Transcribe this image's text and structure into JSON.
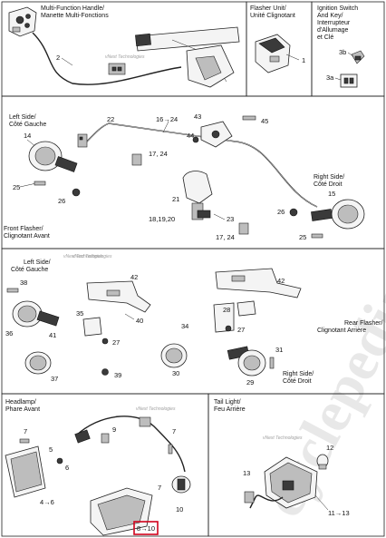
{
  "watermarks": {
    "vnext": "vNext Technologies",
    "big": "cyclepedia"
  },
  "sections": {
    "multi_function": "Multi-Function Handle/",
    "multi_function2": "Manette Multi-Fonctions",
    "flasher_unit": "Flasher Unit/",
    "flasher_unit2": "Unité Clignotant",
    "ignition": "Ignition Switch",
    "ignition2": "And Key/",
    "ignition3": "Interrupteur",
    "ignition4": "d'Allumage",
    "ignition5": "et Clé",
    "left_side": "Left Side/",
    "left_side2": "Côté Gauche",
    "right_side": "Right Side/",
    "right_side2": "Côté Droit",
    "front_flasher": "Front Flasher/",
    "front_flasher2": "Clignotant Avant",
    "rear_left": "Left Side/",
    "rear_left2": "Côté Gauche",
    "rear_flasher": "Rear Flasher/",
    "rear_flasher2": "Clignotant Arrière",
    "rear_right": "Right Side/",
    "rear_right2": "Côté Droit",
    "headlamp": "Headlamp/",
    "headlamp2": "Phare Avant",
    "tail_light": "Tail Light/",
    "tail_light2": "Feu Arrière"
  },
  "parts": {
    "p1": "1",
    "p2": "2",
    "p3a": "3a",
    "p3b": "3b",
    "p4_6": "4→6",
    "p5": "5",
    "p6": "6",
    "p7a": "7",
    "p7b": "7",
    "p7c": "7",
    "p8_10": "8→10",
    "p9": "9",
    "p10": "10",
    "p11_13": "11→13",
    "p12": "12",
    "p13": "13",
    "p14": "14",
    "p15": "15",
    "p16_24": "16→24",
    "p17_24a": "17, 24",
    "p17_24b": "17, 24",
    "p18_20": "18,19,20",
    "p21": "21",
    "p22": "22",
    "p23": "23",
    "p25a": "25",
    "p25b": "25",
    "p26a": "26",
    "p26b": "26",
    "p27a": "27",
    "p27b": "27",
    "p28": "28",
    "p29": "29",
    "p30": "30",
    "p31": "31",
    "p34": "34",
    "p35": "35",
    "p36": "36",
    "p37": "37",
    "p38": "38",
    "p39": "39",
    "p40": "40",
    "p41": "41",
    "p42a": "42",
    "p42b": "42",
    "p43": "43",
    "p44": "44",
    "p45": "45"
  }
}
